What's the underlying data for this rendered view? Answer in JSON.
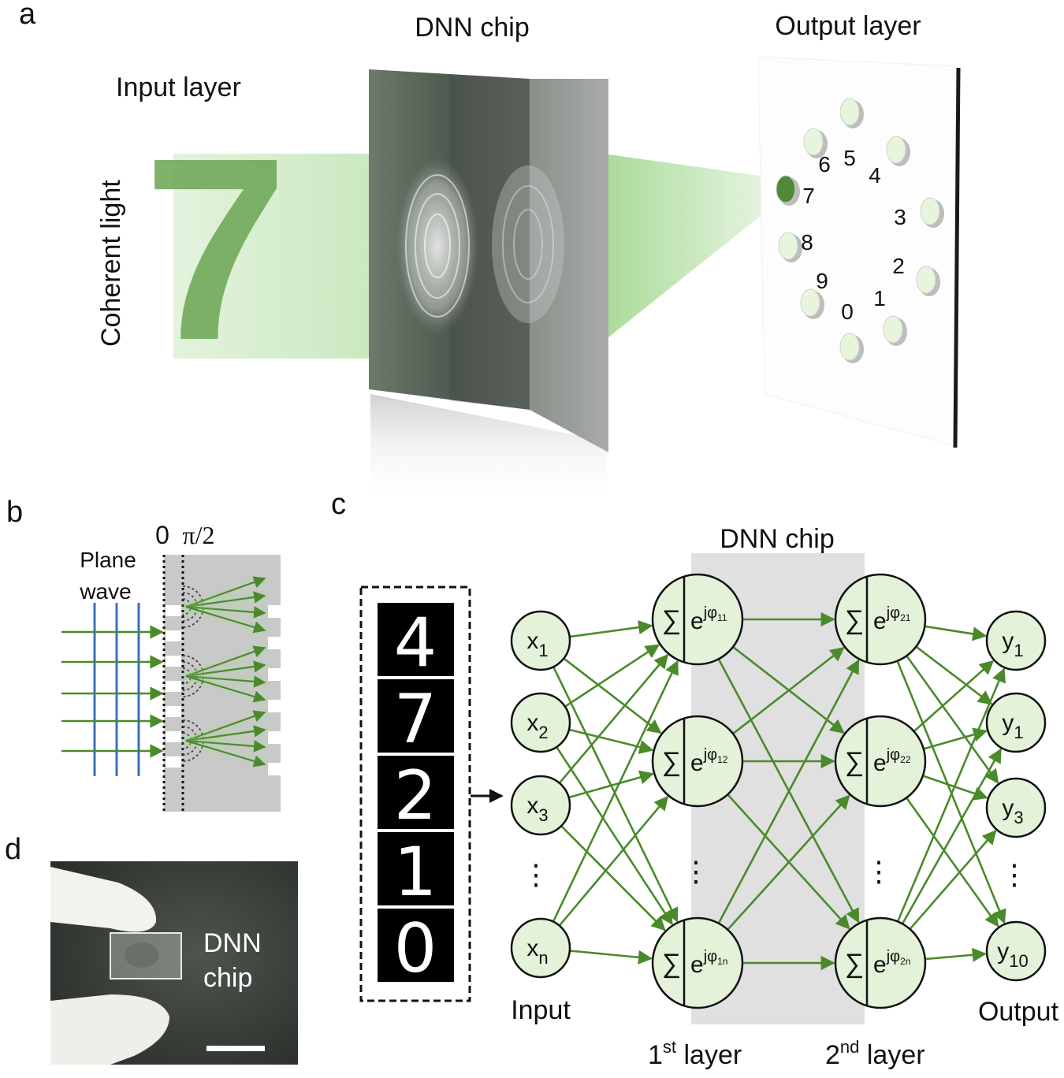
{
  "panel_a": {
    "letter": "a",
    "input_layer_label": "Input layer",
    "coherent_light_label": "Coherent light",
    "input_digit": "7",
    "dnn_chip_label": "DNN chip",
    "output_layer_label": "Output layer",
    "detectors": [
      {
        "digit": "5"
      },
      {
        "digit": "4"
      },
      {
        "digit": "3"
      },
      {
        "digit": "2"
      },
      {
        "digit": "1"
      },
      {
        "digit": "0"
      },
      {
        "digit": "9"
      },
      {
        "digit": "8"
      },
      {
        "digit": "7"
      },
      {
        "digit": "6"
      }
    ],
    "active_detector": "7",
    "colors": {
      "beam": "#7fc06a",
      "chip": "#5f6a5f",
      "detector": "#e6f5dc"
    }
  },
  "panel_b": {
    "letter": "b",
    "plane_wave_line1": "Plane",
    "plane_wave_line2": "wave",
    "phase_0": "0",
    "phase_pi2": "π/2",
    "colors": {
      "wavefront": "#3b6fc2",
      "arrow": "#4a8a2a",
      "slab": "#c9c9c9"
    }
  },
  "panel_c": {
    "letter": "c",
    "chip_label": "DNN chip",
    "mnist_digits": [
      "4",
      "7",
      "2",
      "1",
      "0"
    ],
    "input_nodes": [
      {
        "base": "x",
        "sub": "1"
      },
      {
        "base": "x",
        "sub": "2"
      },
      {
        "base": "x",
        "sub": "3"
      },
      {
        "base": "x",
        "sub": "n"
      }
    ],
    "layer1_nodes": [
      {
        "sum": "∑",
        "base": "e",
        "sup": "jφ",
        "supsub": "11"
      },
      {
        "sum": "∑",
        "base": "e",
        "sup": "jφ",
        "supsub": "12"
      },
      {
        "sum": "∑",
        "base": "e",
        "sup": "jφ",
        "supsub": "1n"
      }
    ],
    "layer2_nodes": [
      {
        "sum": "∑",
        "base": "e",
        "sup": "jφ",
        "supsub": "21"
      },
      {
        "sum": "∑",
        "base": "e",
        "sup": "jφ",
        "supsub": "22"
      },
      {
        "sum": "∑",
        "base": "e",
        "sup": "jφ",
        "supsub": "2n"
      }
    ],
    "output_nodes": [
      {
        "base": "y",
        "sub": "1"
      },
      {
        "base": "y",
        "sub": "1"
      },
      {
        "base": "y",
        "sub": "3"
      },
      {
        "base": "y",
        "sub": "10"
      }
    ],
    "ellipsis": "⋮",
    "input_label": "Input",
    "output_label": "Output",
    "layer1_label": {
      "num": "1",
      "sup": "st",
      "word": " layer"
    },
    "layer2_label": {
      "num": "2",
      "sup": "nd",
      "word": " layer"
    },
    "colors": {
      "node_fill": "#e3f2d8",
      "edge": "#4a8a2a",
      "chip_bg": "#e0e0e0"
    }
  },
  "panel_d": {
    "letter": "d",
    "label_line1": "DNN",
    "label_line2": "chip"
  }
}
